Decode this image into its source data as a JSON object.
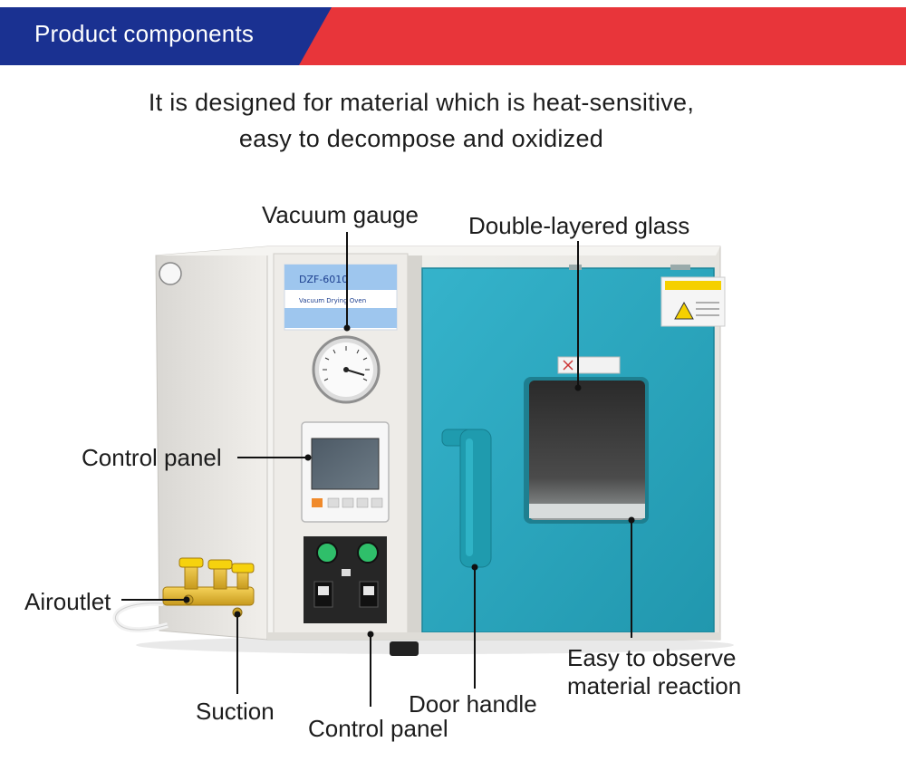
{
  "banner": {
    "title": "Product components",
    "colors": {
      "left_panel": "#1a3191",
      "right_panel": "#e8353a"
    }
  },
  "subtitle": {
    "line1": "It is designed for material which is heat-sensitive,",
    "line2": "easy to decompose and oxidized"
  },
  "labels": {
    "vacuum_gauge": "Vacuum gauge",
    "double_layered_glass": "Double-layered glass",
    "control_panel_left": "Control panel",
    "air_outlet": "Airoutlet",
    "suction": "Suction",
    "control_panel_bottom": "Control panel",
    "door_handle": "Door handle",
    "observe_line1": "Easy to observe",
    "observe_line2": "material reaction"
  },
  "device": {
    "model_plate": "DZF-6010",
    "name_plate": "Vacuum Drying Oven",
    "colors": {
      "door": "#2aa7bf",
      "body": "#eceae6",
      "handle": "#1f9bae"
    }
  }
}
